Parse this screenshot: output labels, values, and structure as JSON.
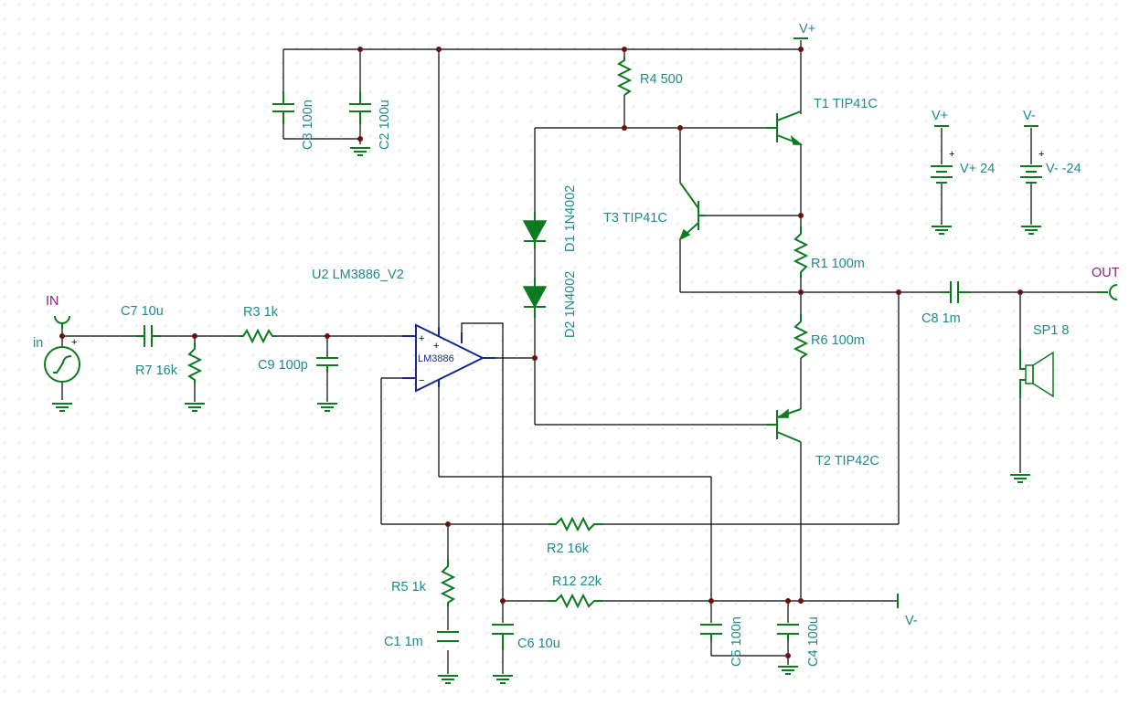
{
  "schematic": {
    "components": {
      "c3": "C3 100n",
      "c2": "C2 100u",
      "r4": "R4 500",
      "t1": "T1 TIP41C",
      "d1": "D1 1N4002",
      "d2": "D2 1N4002",
      "t3": "T3 TIP41C",
      "r1": "R1 100m",
      "r6": "R6 100m",
      "t2": "T2 TIP42C",
      "c8": "C8 1m",
      "sp1": "SP1 8",
      "u2": "U2 LM3886_V2",
      "u2_body": "LM3886",
      "c7": "C7 10u",
      "r3": "R3 1k",
      "r7": "R7 16k",
      "c9": "C9 100p",
      "r2": "R2 16k",
      "r5": "R5 1k",
      "c1": "C1 1m",
      "r12": "R12 22k",
      "c6": "C6 10u",
      "c5": "C5 100n",
      "c4": "C4 100u",
      "vsrc_pos": "V+ 24",
      "vsrc_neg": "V- -24"
    },
    "nets": {
      "vpos_top": "V+",
      "vpos_src": "V+",
      "vneg_src": "V-",
      "vneg_bottom": "V-",
      "in_port": "IN",
      "out_port": "OUT",
      "in_src": "in"
    },
    "pin_marks": {
      "plus": "+",
      "minus": "−"
    }
  }
}
